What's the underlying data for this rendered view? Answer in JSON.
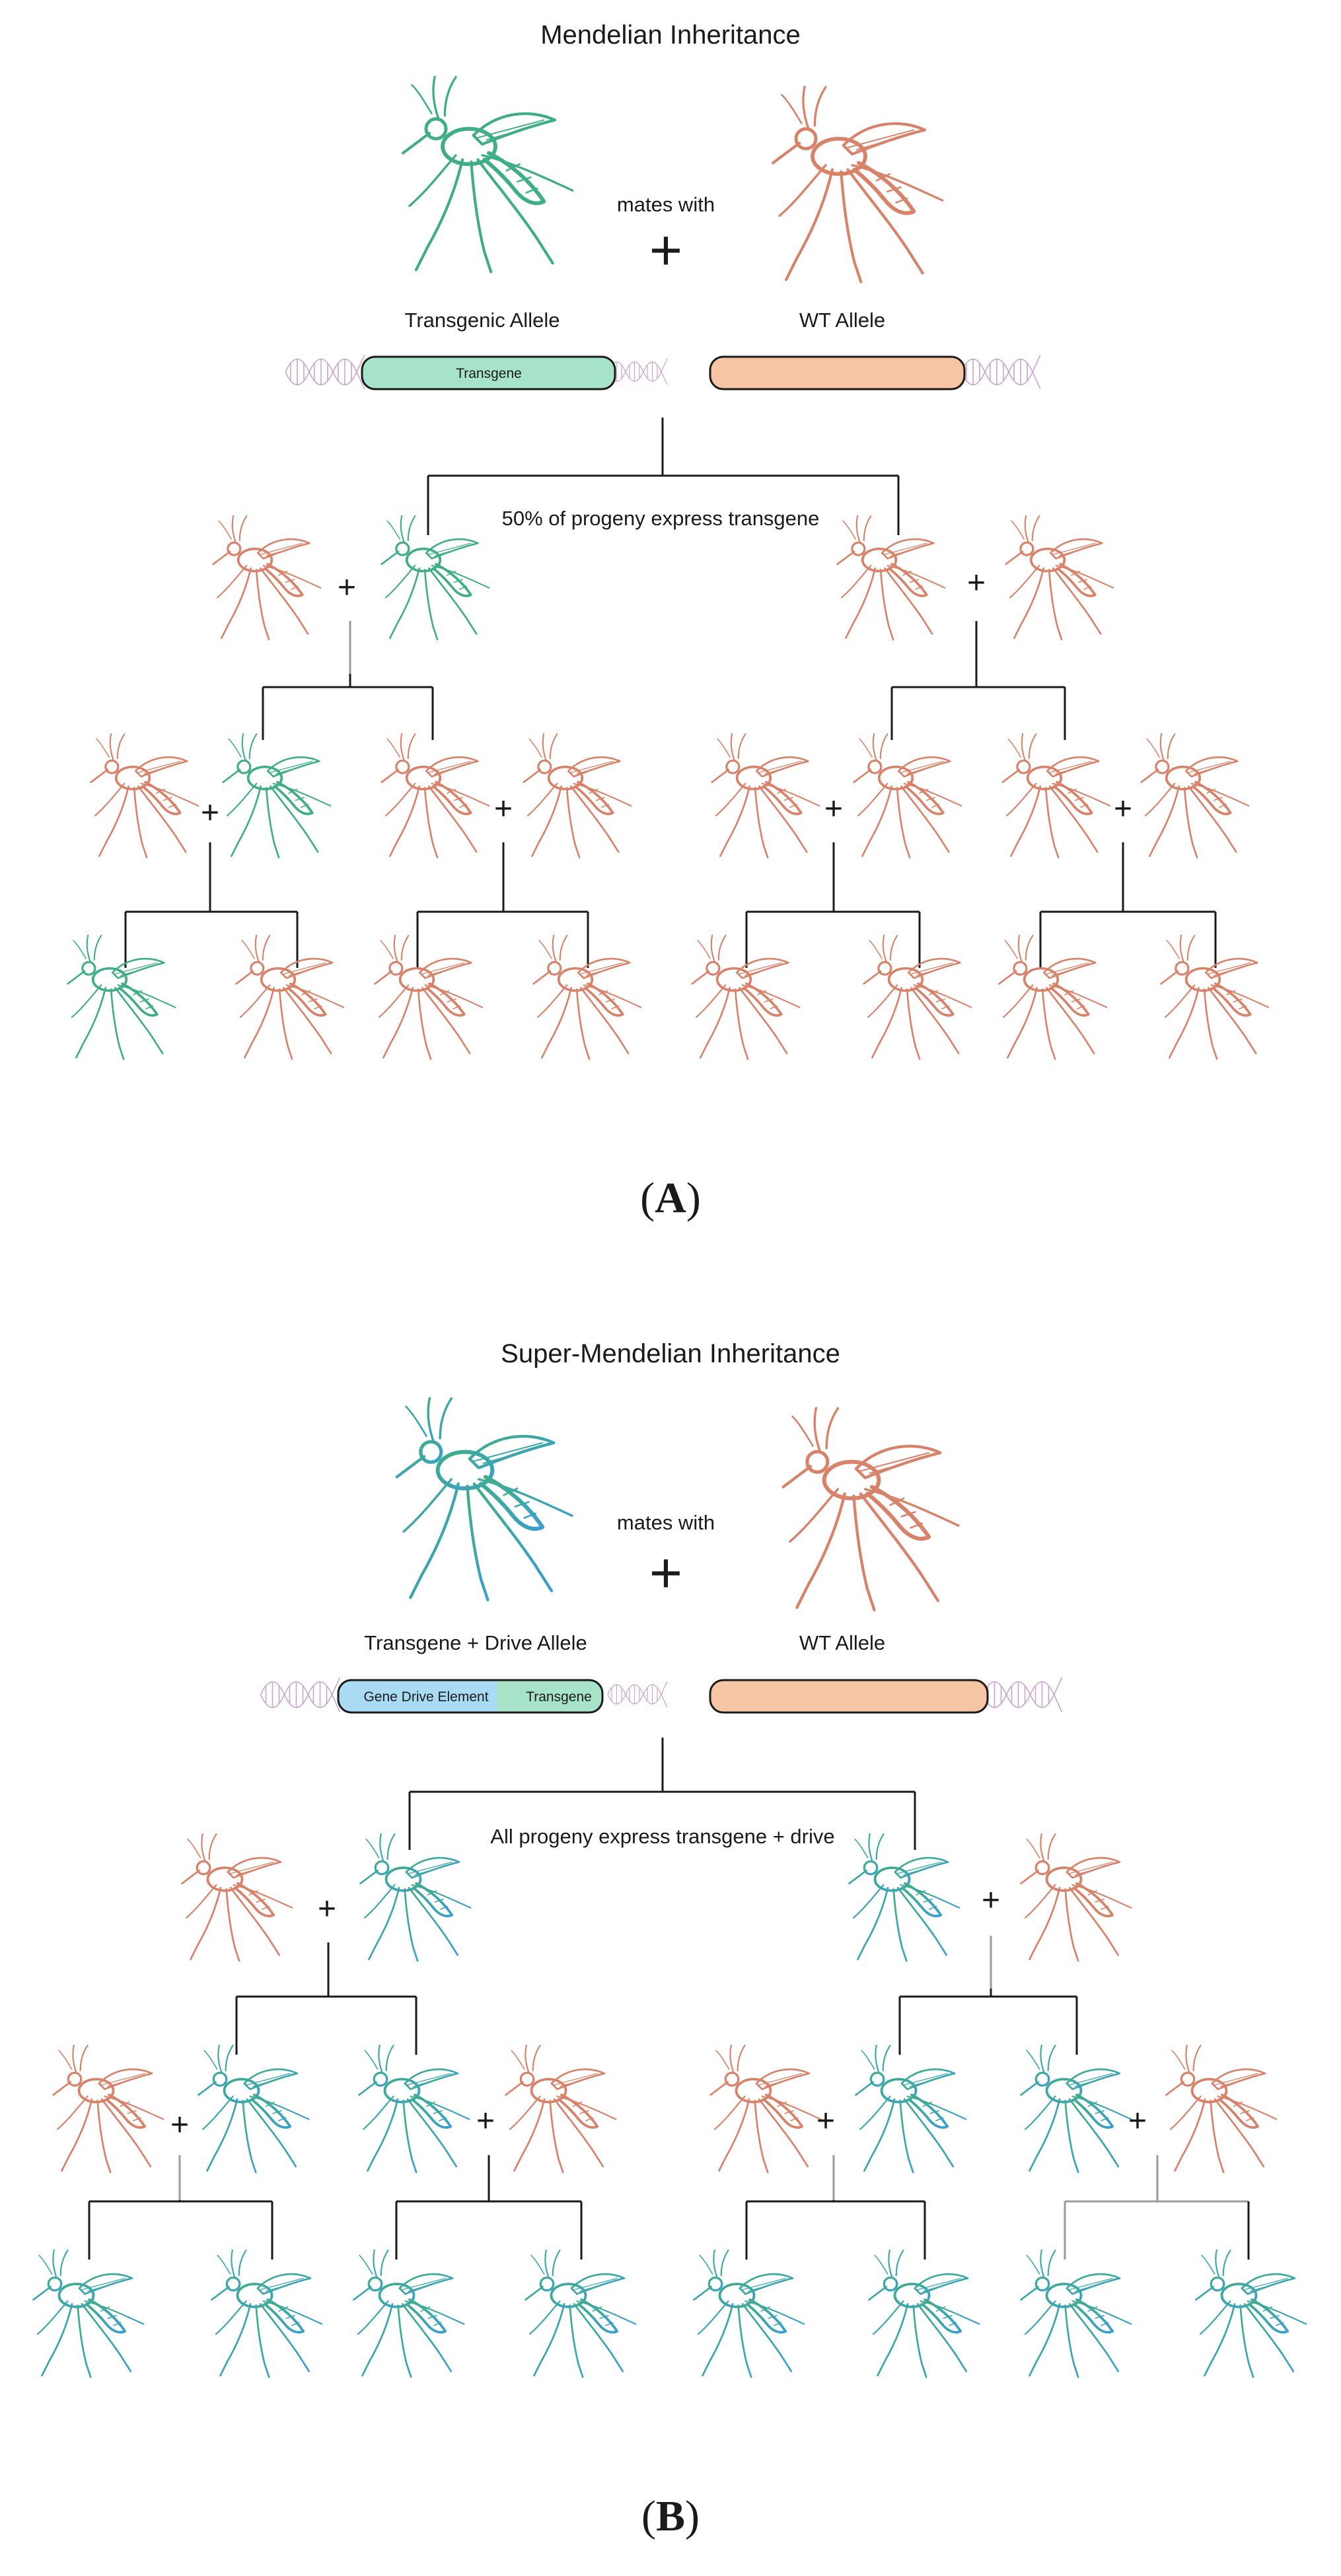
{
  "panel_a": {
    "title": "Mendelian Inheritance",
    "mates_with": "mates with",
    "plus": "+",
    "allele_left": "Transgenic Allele",
    "allele_right": "WT Allele",
    "pill_left_text": "Transgene",
    "progeny_text": "50% of  progeny express transgene",
    "panel_label": "A"
  },
  "panel_b": {
    "title": "Super-Mendelian Inheritance",
    "mates_with": "mates with",
    "plus": "+",
    "allele_left": "Transgene + Drive Allele",
    "allele_right": "WT Allele",
    "pill_drive_text": "Gene Drive Element",
    "pill_transgene_text": "Transgene",
    "progeny_text": "All progeny express transgene + drive",
    "panel_label": "B"
  },
  "colors": {
    "wild_type": "#d9826a",
    "transgenic": "#3fae86",
    "drive_blue": "#3a9fcf",
    "pill_green": "#a6e3c9",
    "pill_orange": "#f6c6a4",
    "pill_blue": "#a9dcf4",
    "dna": "#c9a3cc"
  },
  "icons": [
    "mosquito-icon",
    "dna-helix-icon"
  ]
}
